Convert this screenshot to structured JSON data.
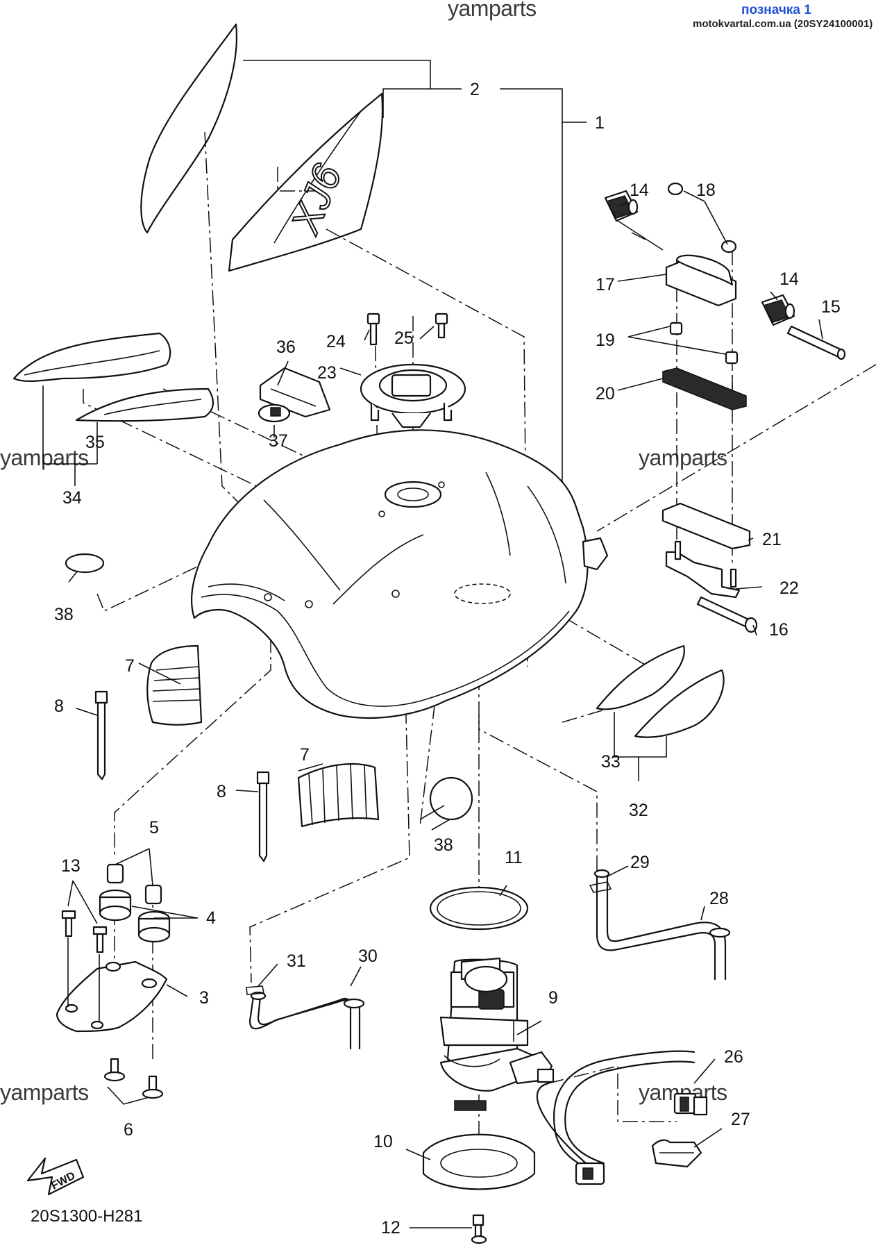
{
  "header": {
    "link_text": "позначка 1",
    "site_text": "motokvartal.com.ua (20SY24100001)"
  },
  "watermark": "yamparts",
  "diagram_code": "20S1300-H281",
  "fwd_label": "FWD",
  "callouts": {
    "c1": "1",
    "c2": "2",
    "c3": "3",
    "c4": "4",
    "c5": "5",
    "c6": "6",
    "c7a": "7",
    "c7b": "7",
    "c8a": "8",
    "c8b": "8",
    "c9": "9",
    "c10": "10",
    "c11": "11",
    "c12": "12",
    "c13": "13",
    "c14a": "14",
    "c14b": "14",
    "c15": "15",
    "c16": "16",
    "c17": "17",
    "c18": "18",
    "c19": "19",
    "c20": "20",
    "c21": "21",
    "c22": "22",
    "c23": "23",
    "c24": "24",
    "c25": "25",
    "c26": "26",
    "c27": "27",
    "c28": "28",
    "c29": "29",
    "c30": "30",
    "c31": "31",
    "c32": "32",
    "c33": "33",
    "c34": "34",
    "c35": "35",
    "c36": "36",
    "c37": "37",
    "c38a": "38",
    "c38b": "38"
  }
}
